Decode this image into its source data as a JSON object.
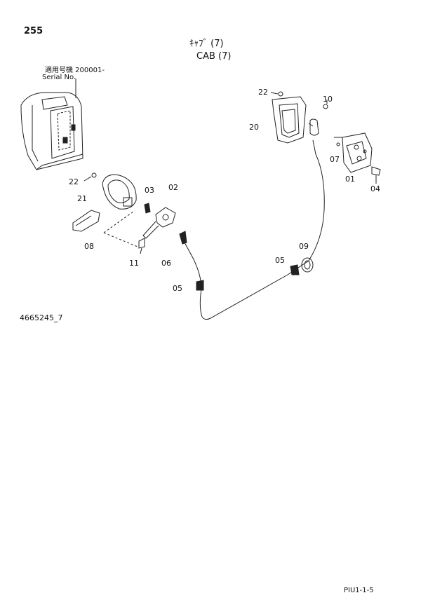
{
  "page": {
    "number": "255",
    "title_jp": "ｷｬﾌﾞ (7)",
    "title_en": "CAB (7)",
    "serial_label_jp": "適用号機 200001-",
    "serial_label_en": "Serial No.",
    "drawing_ref": "4665245_7",
    "footer": "PIU1-1-5"
  },
  "callouts": [
    {
      "id": "c22a",
      "label": "22"
    },
    {
      "id": "c20",
      "label": "20"
    },
    {
      "id": "c10",
      "label": "10"
    },
    {
      "id": "c07",
      "label": "07"
    },
    {
      "id": "c01",
      "label": "01"
    },
    {
      "id": "c04",
      "label": "04"
    },
    {
      "id": "c22b",
      "label": "22"
    },
    {
      "id": "c21",
      "label": "21"
    },
    {
      "id": "c03",
      "label": "03"
    },
    {
      "id": "c02",
      "label": "02"
    },
    {
      "id": "c08",
      "label": "08"
    },
    {
      "id": "c11",
      "label": "11"
    },
    {
      "id": "c06",
      "label": "06"
    },
    {
      "id": "c05a",
      "label": "05"
    },
    {
      "id": "c09",
      "label": "09"
    },
    {
      "id": "c05b",
      "label": "05"
    }
  ]
}
